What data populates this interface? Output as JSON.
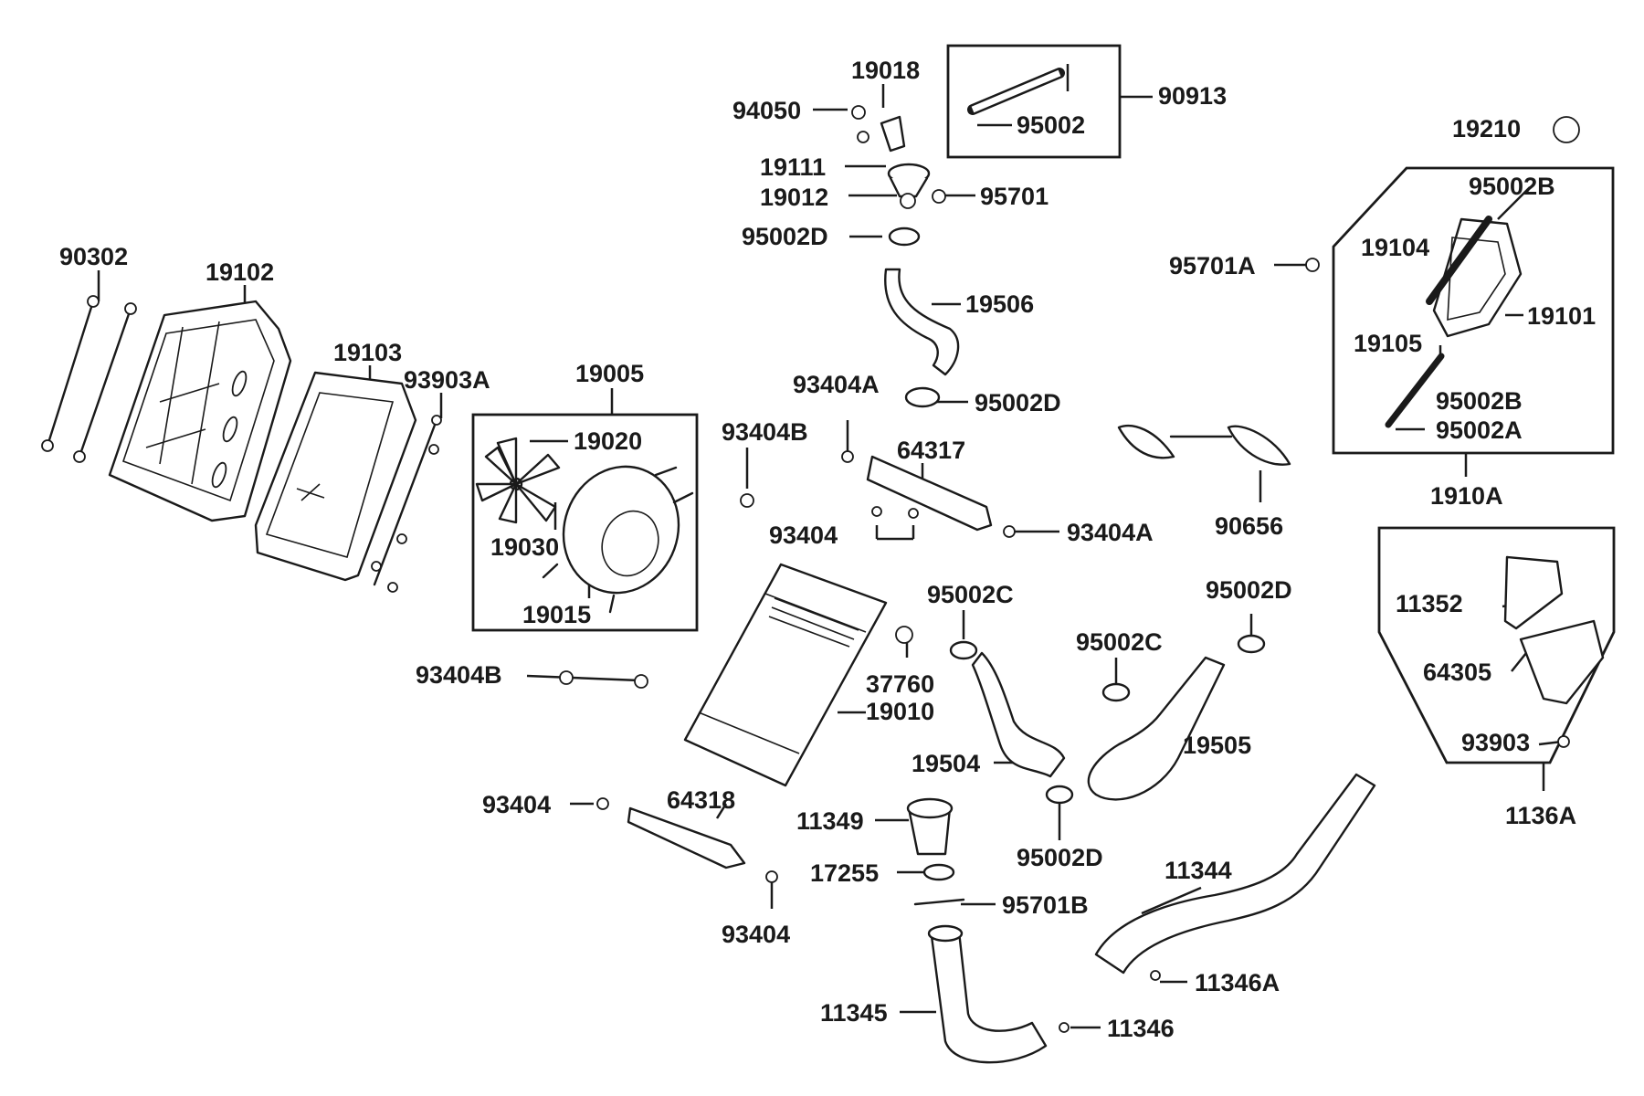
{
  "diagram": {
    "labels": {
      "p19018": "19018",
      "p94050": "94050",
      "p95002_top": "95002",
      "p90913": "90913",
      "p19111": "19111",
      "p19012": "19012",
      "p95701": "95701",
      "p95002D_a": "95002D",
      "p19506": "19506",
      "p95002D_b": "95002D",
      "p19210": "19210",
      "p95002B_a": "95002B",
      "p95701A": "95701A",
      "p19104": "19104",
      "p19101": "19101",
      "p19105": "19105",
      "p95002B_b": "95002B",
      "p95002A": "95002A",
      "p1910A": "1910A",
      "p90302": "90302",
      "p19102": "19102",
      "p19103": "19103",
      "p93903A": "93903A",
      "p19005": "19005",
      "p19020": "19020",
      "p19030": "19030",
      "p19015": "19015",
      "p93404A_a": "93404A",
      "p93404B_a": "93404B",
      "p64317": "64317",
      "p93404_a": "93404",
      "p93404A_b": "93404A",
      "p90656": "90656",
      "p95002C_a": "95002C",
      "p95002D_c": "95002D",
      "p95002C_b": "95002C",
      "p11352": "11352",
      "p64305": "64305",
      "p93903": "93903",
      "p1136A": "1136A",
      "p93404B_b": "93404B",
      "p37760": "37760",
      "p19010": "19010",
      "p19504": "19504",
      "p19505": "19505",
      "p93404_b": "93404",
      "p64318": "64318",
      "p11349": "11349",
      "p95002D_d": "95002D",
      "p17255": "17255",
      "p95701B": "95701B",
      "p11344": "11344",
      "p93404_c": "93404",
      "p11346A": "11346A",
      "p11345": "11345",
      "p11346": "11346"
    }
  }
}
